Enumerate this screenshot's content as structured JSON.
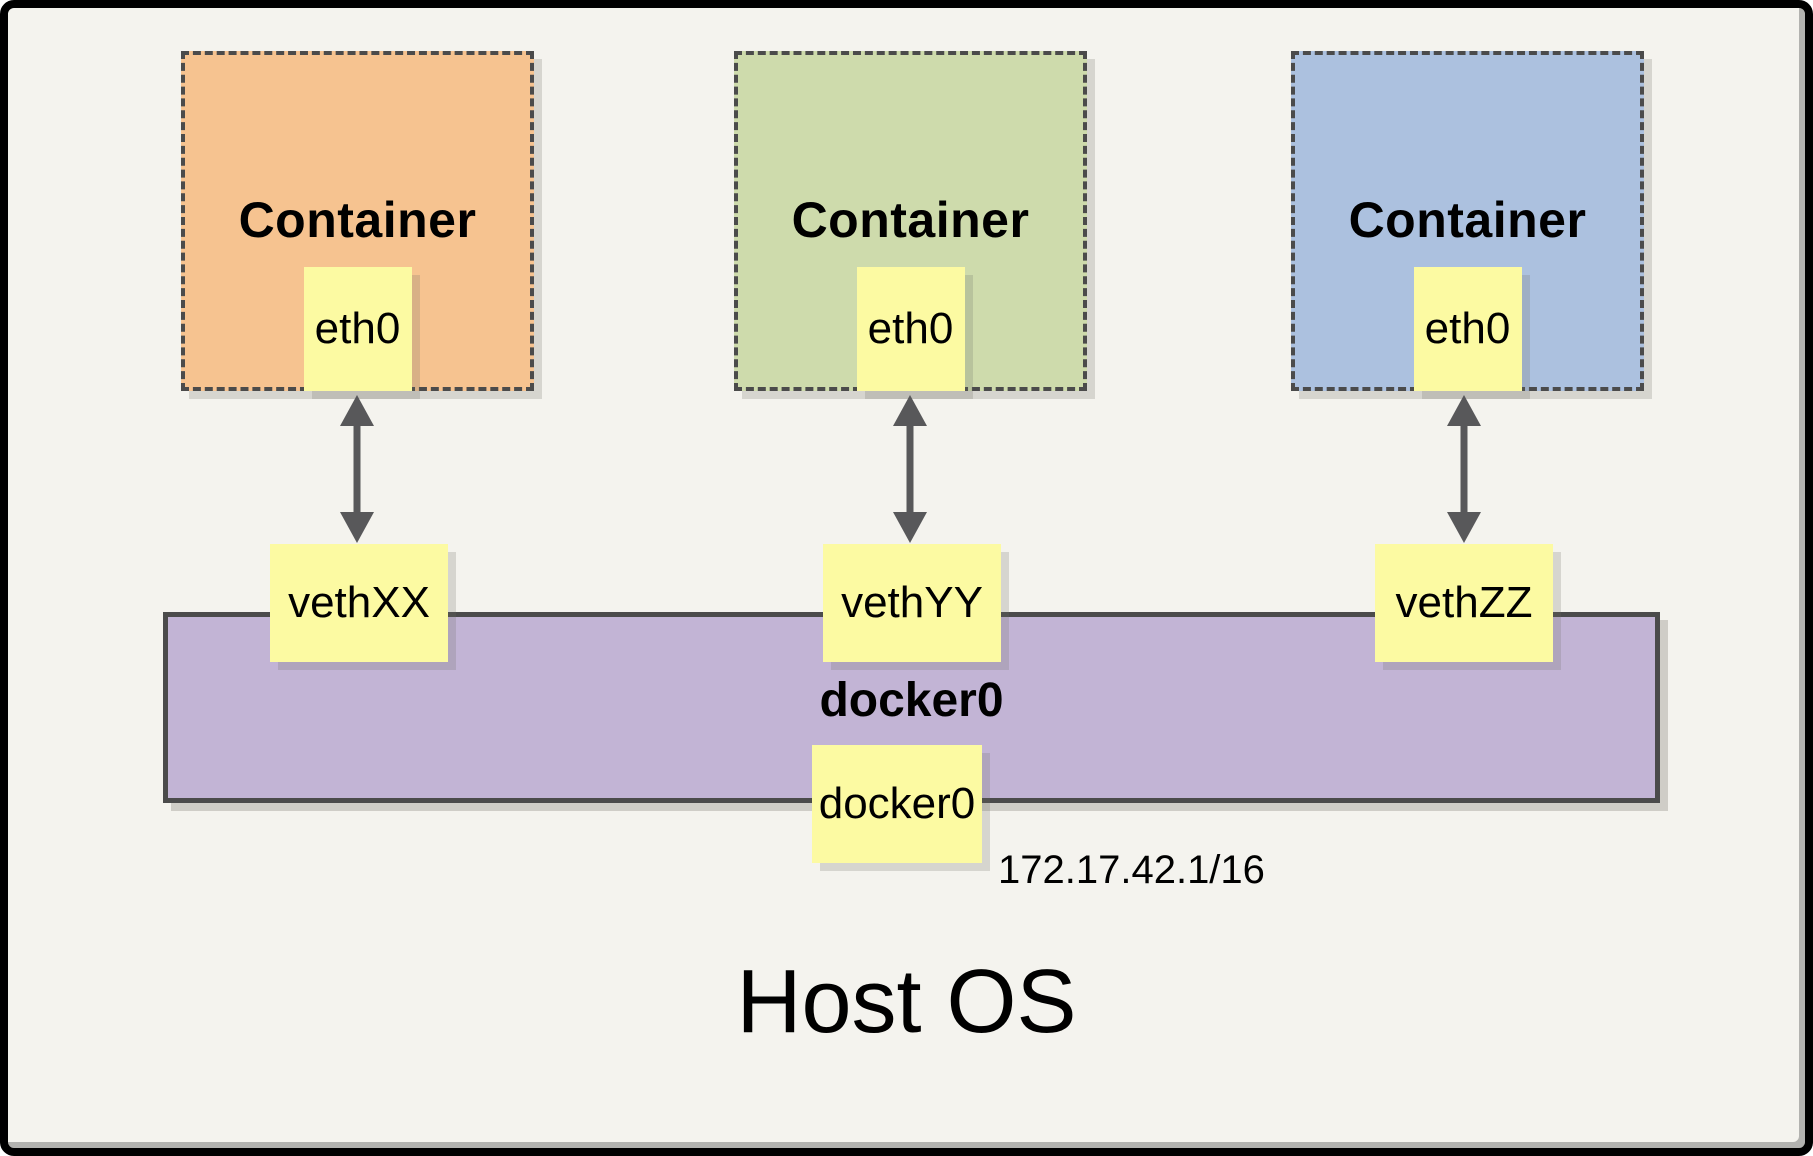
{
  "frame": {
    "background": "#F4F3EE",
    "border_color": "#000000"
  },
  "host": {
    "label": "Host OS"
  },
  "bridge": {
    "label": "docker0",
    "interface": {
      "label": "docker0"
    },
    "subnet": "172.17.42.1/16",
    "fill": "#C2B4D5",
    "border_color": "#4B4B4B"
  },
  "containers": [
    {
      "label": "Container",
      "interface": {
        "label": "eth0"
      },
      "veth": {
        "label": "vethXX"
      },
      "fill": "#F6C390"
    },
    {
      "label": "Container",
      "interface": {
        "label": "eth0"
      },
      "veth": {
        "label": "vethYY"
      },
      "fill": "#CEDBAC"
    },
    {
      "label": "Container",
      "interface": {
        "label": "eth0"
      },
      "veth": {
        "label": "vethZZ"
      },
      "fill": "#ACC1DF"
    }
  ],
  "styles": {
    "node_fill": "#FCFAA2",
    "dashed_border_color": "#4B4B4B",
    "arrow_color": "#58585A",
    "text_color": "#000000"
  }
}
